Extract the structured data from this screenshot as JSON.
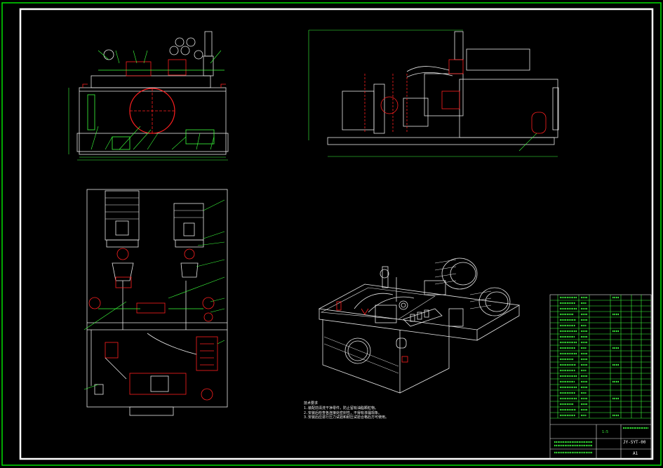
{
  "drawing": {
    "tech_notes": {
      "heading": "技术要求",
      "items": [
        "1.装配前清洗干净零件，防止留有油脂颗粒物。",
        "2.安装后检查各连接处密封性，不得有渗漏现象。",
        "3.安装后应进行压力试验和耐压试验合格后方可使用。"
      ]
    },
    "title_block": {
      "drawing_number": "JY-SYT-00",
      "sheet_size": "A1",
      "scale": "1:5"
    }
  },
  "colors": {
    "frame_outer": "#00ff00",
    "frame_inner": "#ffffff",
    "line": "#e8e8e8",
    "red": "#ff2020",
    "green": "#3cff3c",
    "background": "#000000"
  }
}
